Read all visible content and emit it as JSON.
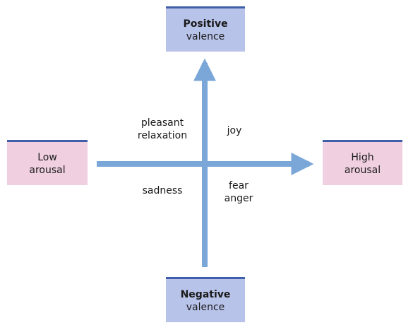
{
  "poles": {
    "top": {
      "line1": "Positive",
      "line2": "valence"
    },
    "bottom": {
      "line1": "Negative",
      "line2": "valence"
    },
    "left": {
      "line1": "Low",
      "line2": "arousal"
    },
    "right": {
      "line1": "High",
      "line2": "arousal"
    }
  },
  "quadrants": {
    "top_left": {
      "line1": "pleasant",
      "line2": "relaxation"
    },
    "top_right": "joy",
    "bottom_left": "sadness",
    "bottom_right": {
      "line1": "fear",
      "line2": "anger"
    }
  },
  "colors": {
    "axis": "#7aa7d8",
    "valence_box": "#b8c3ea",
    "arousal_box": "#efcfe0",
    "box_border": "#3f5fa8"
  }
}
